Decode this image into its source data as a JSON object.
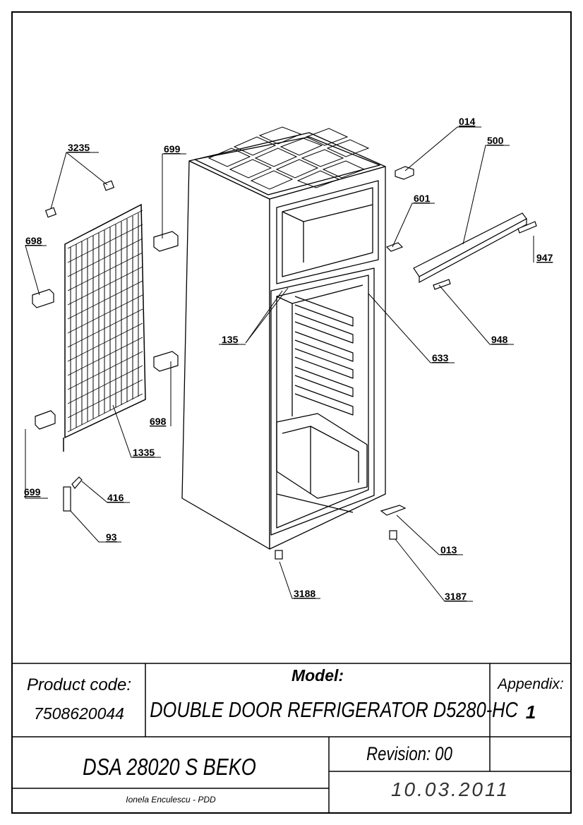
{
  "callouts": [
    {
      "id": "3235",
      "text": "3235"
    },
    {
      "id": "699a",
      "text": "699"
    },
    {
      "id": "014",
      "text": "014"
    },
    {
      "id": "500",
      "text": "500"
    },
    {
      "id": "601",
      "text": "601"
    },
    {
      "id": "947",
      "text": "947"
    },
    {
      "id": "698a",
      "text": "698"
    },
    {
      "id": "135",
      "text": "135"
    },
    {
      "id": "948",
      "text": "948"
    },
    {
      "id": "633",
      "text": "633"
    },
    {
      "id": "698b",
      "text": "698"
    },
    {
      "id": "1335",
      "text": "1335"
    },
    {
      "id": "699b",
      "text": "699"
    },
    {
      "id": "416",
      "text": "416"
    },
    {
      "id": "93",
      "text": "93"
    },
    {
      "id": "013",
      "text": "013"
    },
    {
      "id": "3188",
      "text": "3188"
    },
    {
      "id": "3187",
      "text": "3187"
    }
  ],
  "title_block": {
    "product_code_label": "Product code:",
    "product_code": "7508620044",
    "model_label": "Model:",
    "model": "DOUBLE DOOR REFRIGERATOR D5280-HC",
    "appendix_label": "Appendix:",
    "appendix": "1",
    "series": "DSA 28020 S BEKO",
    "revision": "Revision: 00",
    "author": "Ionela Enculescu - PDD",
    "date": "10.03.2011"
  }
}
